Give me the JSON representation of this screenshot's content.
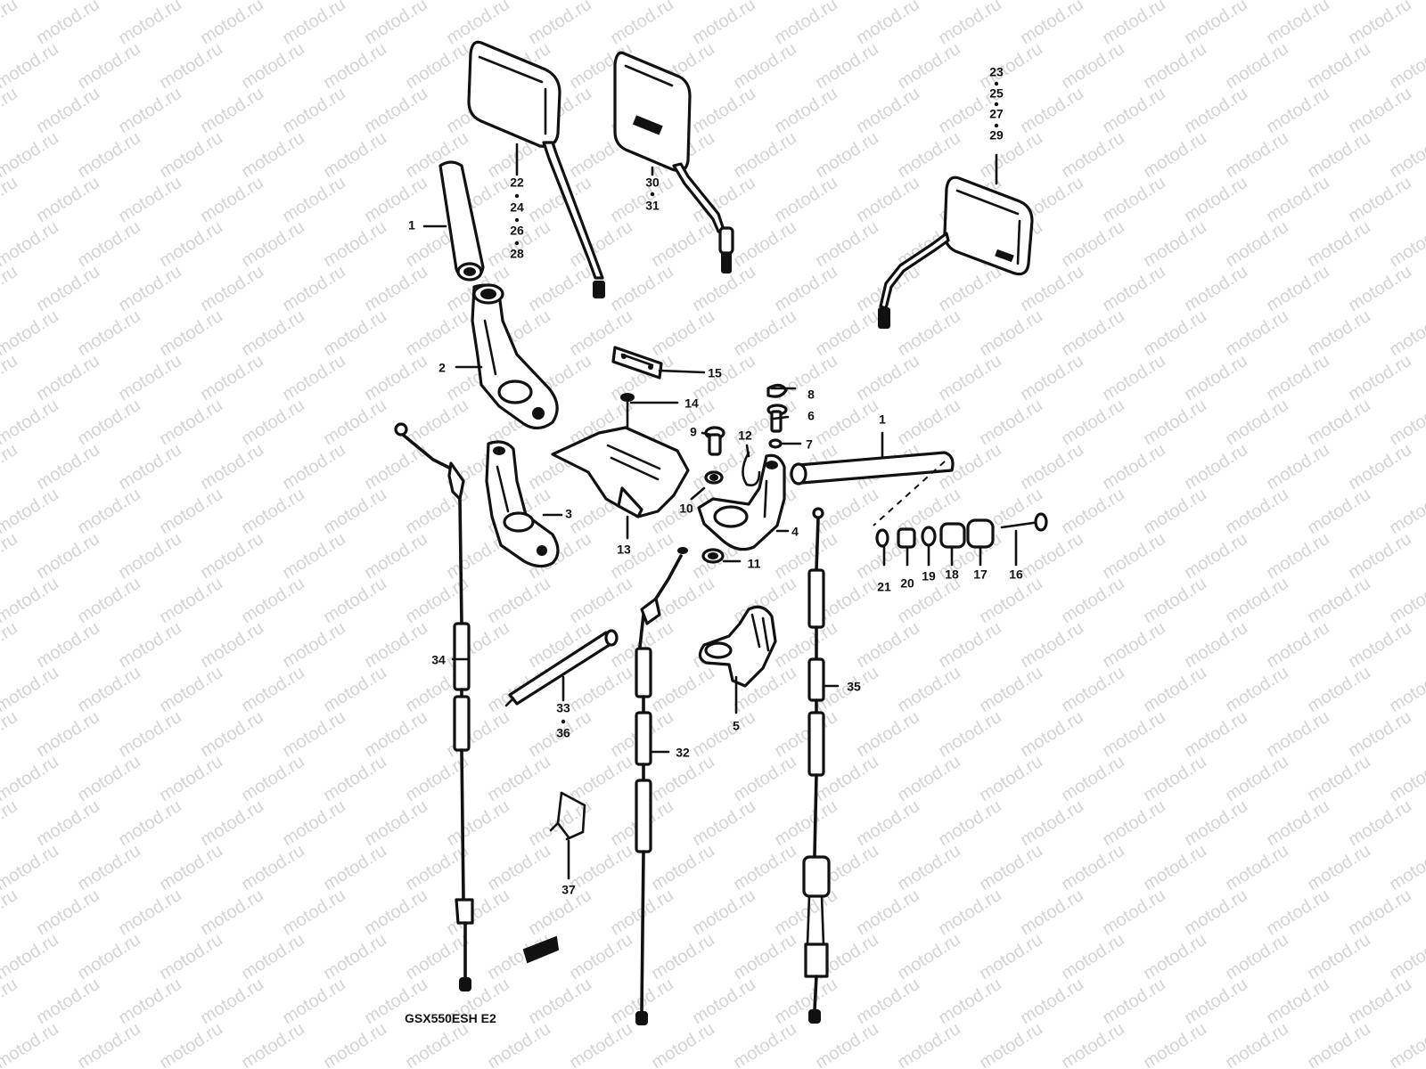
{
  "watermark_text": "motod.ru",
  "model_code": "GSX550ESH E2",
  "callouts": {
    "c1a": "1",
    "c1b": "1",
    "c2": "2",
    "c3": "3",
    "c4": "4",
    "c5": "5",
    "c6": "6",
    "c7": "7",
    "c8": "8",
    "c9": "9",
    "c10": "10",
    "c11": "11",
    "c12": "12",
    "c13": "13",
    "c14": "14",
    "c15": "15",
    "c16": "16",
    "c17": "17",
    "c18": "18",
    "c19": "19",
    "c20": "20",
    "c21": "21",
    "c22": "22",
    "c24": "24",
    "c26": "26",
    "c28": "28",
    "c23": "23",
    "c25": "25",
    "c27": "27",
    "c29": "29",
    "c30": "30",
    "c31": "31",
    "c32": "32",
    "c33": "33",
    "c36": "36",
    "c34": "34",
    "c35": "35",
    "c37": "37"
  }
}
